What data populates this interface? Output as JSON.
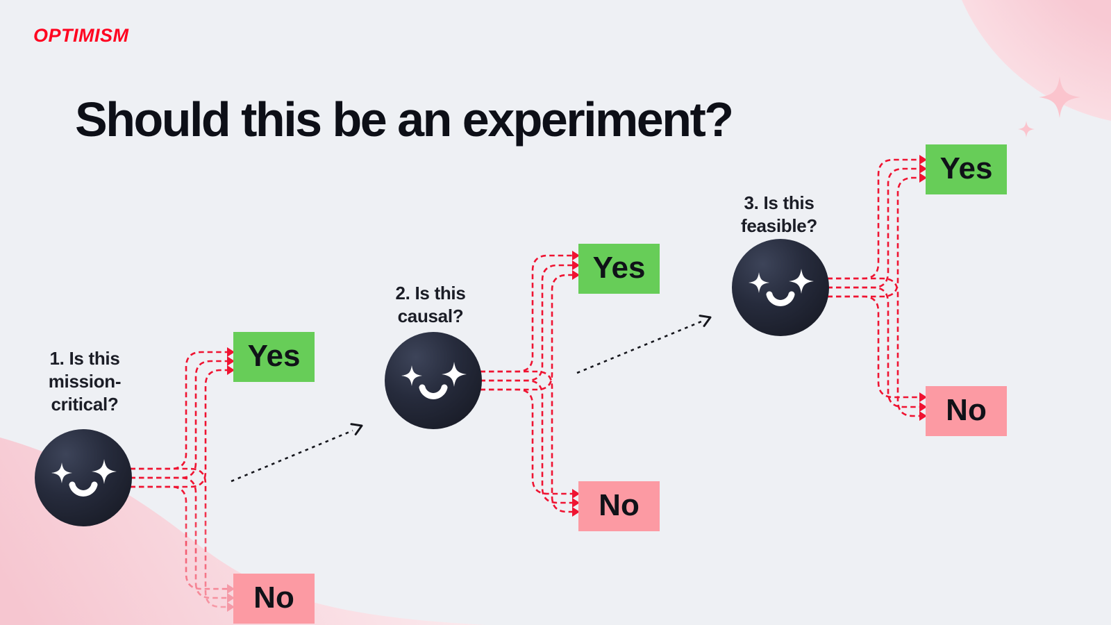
{
  "brand": {
    "name": "OPTIMISM"
  },
  "title": "Should this be an experiment?",
  "nodes": [
    {
      "question_lines": [
        "1. Is this",
        "mission-",
        "critical?"
      ],
      "yes_label": "Yes",
      "no_label": "No"
    },
    {
      "question_lines": [
        "2. Is this",
        "causal?"
      ],
      "yes_label": "Yes",
      "no_label": "No"
    },
    {
      "question_lines": [
        "3. Is this",
        "feasible?"
      ],
      "yes_label": "Yes",
      "no_label": "No"
    }
  ],
  "colors": {
    "background": "#eef0f4",
    "brand-red": "#ff0420",
    "arrow-red": "#ef1331",
    "yes-green": "#67cd58",
    "no-pink": "#fc9aa3",
    "ink": "#0d0f17",
    "label-ink": "#1b1d26",
    "sparkle-pink": "#fbc4cd"
  }
}
